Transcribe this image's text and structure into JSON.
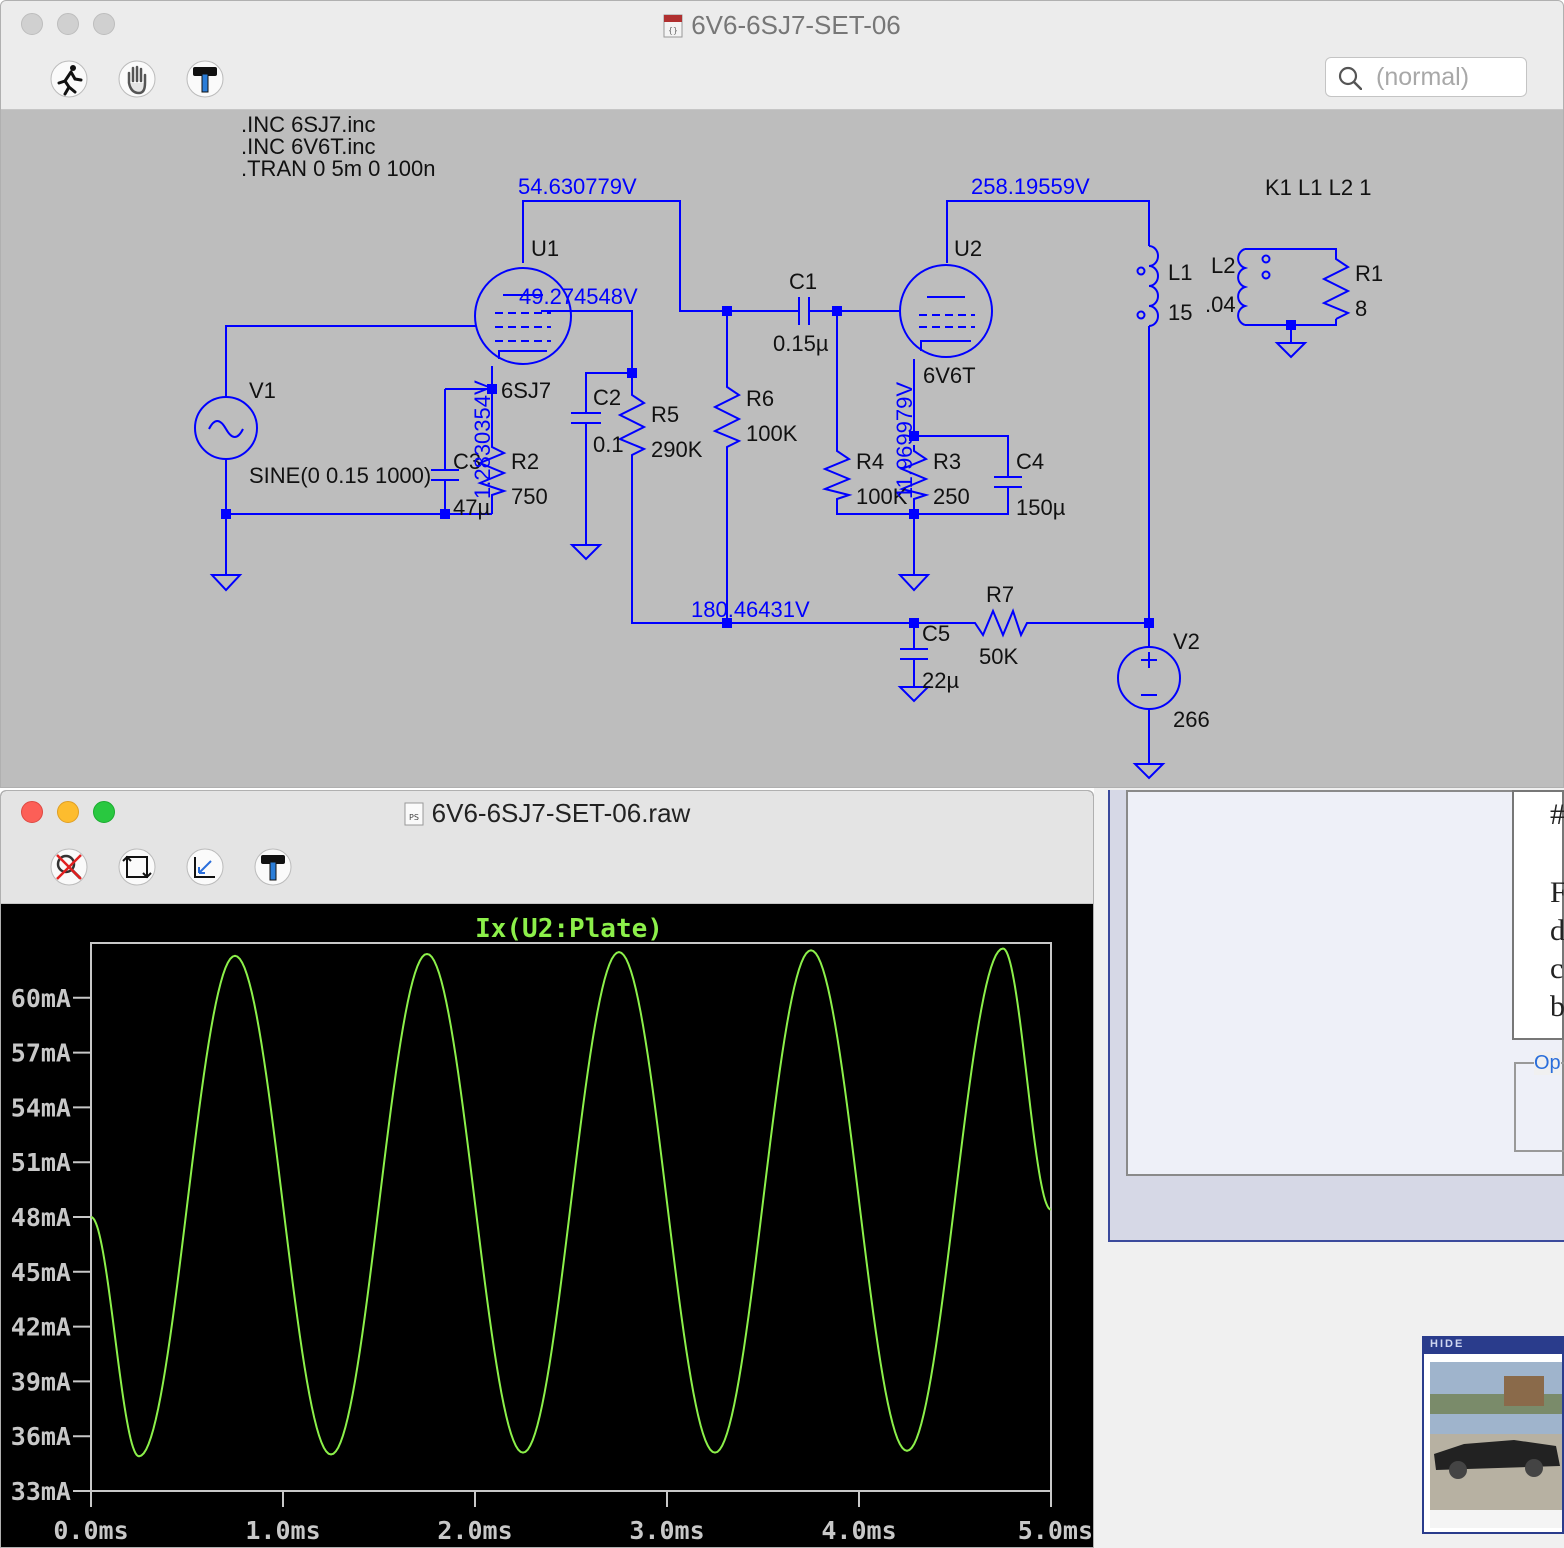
{
  "schematic_window": {
    "title": "6V6-6SJ7-SET-06",
    "search": {
      "placeholder": "(normal)"
    },
    "toolbar": [
      "run-icon",
      "halt-hand-icon",
      "hammer-icon"
    ],
    "directives": [
      ".INC 6SJ7.inc",
      ".INC 6V6T.inc",
      ".TRAN 0 5m 0 100n"
    ],
    "coupling": "K1 L1 L2 1",
    "nodes": {
      "n1": "54.630779V",
      "n2": "258.19559V",
      "n3": "49.274548V",
      "n4": "1.2830354V",
      "n5": "11.969979V",
      "n6": "180.46431V"
    },
    "components": {
      "u1": {
        "ref": "U1",
        "value": "6SJ7"
      },
      "u2": {
        "ref": "U2",
        "value": "6V6T"
      },
      "v1": {
        "ref": "V1",
        "value": "SINE(0 0.15 1000)"
      },
      "v2": {
        "ref": "V2",
        "value": "266"
      },
      "c1": {
        "ref": "C1",
        "value": "0.15µ"
      },
      "c2": {
        "ref": "C2",
        "value": "0.1"
      },
      "c3": {
        "ref": "C3",
        "value": "47µ"
      },
      "c4": {
        "ref": "C4",
        "value": "150µ"
      },
      "c5": {
        "ref": "C5",
        "value": "22µ"
      },
      "r1": {
        "ref": "R1",
        "value": "8"
      },
      "r2": {
        "ref": "R2",
        "value": "750"
      },
      "r3": {
        "ref": "R3",
        "value": "250"
      },
      "r4": {
        "ref": "R4",
        "value": "100K"
      },
      "r5": {
        "ref": "R5",
        "value": "290K"
      },
      "r6": {
        "ref": "R6",
        "value": "100K"
      },
      "r7": {
        "ref": "R7",
        "value": "50K"
      },
      "l1": {
        "ref": "L1",
        "value": "15"
      },
      "l2": {
        "ref": "L2",
        "value": ".04"
      }
    },
    "wire_color": "#0000ff",
    "background": "#bdbdbd"
  },
  "waveform_window": {
    "title": "6V6-6SJ7-SET-06.raw",
    "toolbar": [
      "zoom-cancel-icon",
      "autorange-icon",
      "pan-back-icon",
      "hammer-icon"
    ]
  },
  "background_page": {
    "text_lines": [
      "#",
      "F",
      "d",
      "c",
      "b"
    ],
    "op_label": "Op",
    "hide_label": "HIDE"
  },
  "chart_data": {
    "type": "line",
    "title": "Ix(U2:Plate)",
    "xlabel": "",
    "ylabel": "",
    "xlim": [
      0,
      5
    ],
    "ylim": [
      33,
      63
    ],
    "x_ticks": [
      "0.0ms",
      "1.0ms",
      "2.0ms",
      "3.0ms",
      "4.0ms",
      "5.0ms"
    ],
    "y_ticks": [
      "33mA",
      "36mA",
      "39mA",
      "42mA",
      "45mA",
      "48mA",
      "51mA",
      "54mA",
      "57mA",
      "60mA"
    ],
    "x_tick_values": [
      0,
      1,
      2,
      3,
      4,
      5
    ],
    "y_tick_values": [
      33,
      36,
      39,
      42,
      45,
      48,
      51,
      54,
      57,
      60
    ],
    "series": [
      {
        "name": "Ix(U2:Plate)",
        "color": "#8cf04a",
        "x": [
          0,
          0.25,
          0.75,
          1.25,
          1.75,
          2.25,
          2.75,
          3.25,
          3.75,
          4.25,
          4.75,
          5.0
        ],
        "values": [
          48.0,
          34.9,
          62.3,
          35.0,
          62.4,
          35.1,
          62.5,
          35.1,
          62.6,
          35.2,
          62.7,
          48.4
        ]
      }
    ],
    "background": "#000000",
    "axis_color": "#c8c8c8",
    "tick_label_color": "#c8c8c8",
    "grid": false
  }
}
